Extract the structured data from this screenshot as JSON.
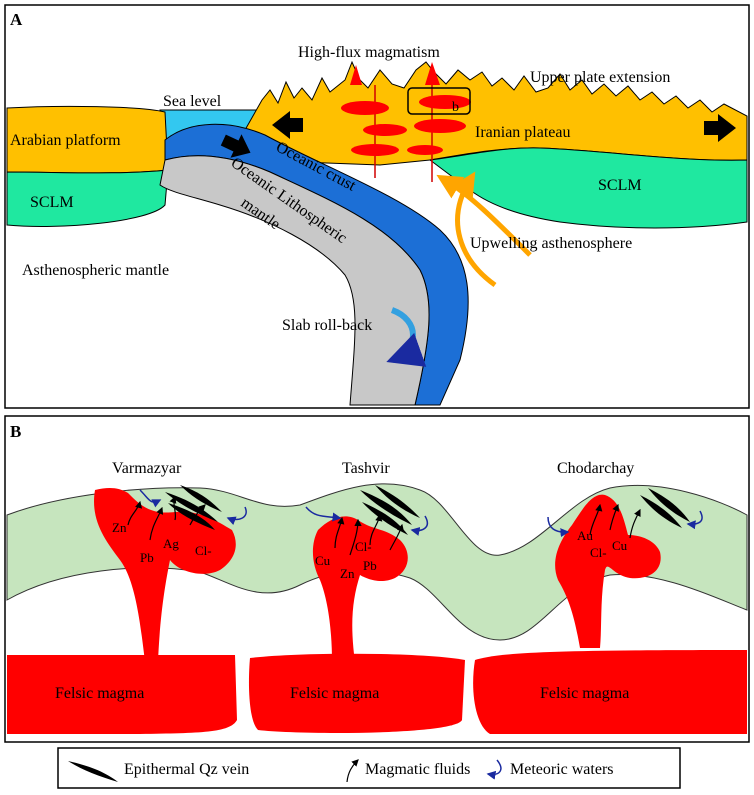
{
  "panel_a": {
    "letter": "A",
    "labels": {
      "high_flux": "High-flux magmatism",
      "upper_plate": "Upper plate extension",
      "sea_level": "Sea level",
      "arabian_platform": "Arabian platform",
      "iranian_plateau": "Iranian plateau",
      "box_b": "b",
      "sclm_left": "SCLM",
      "sclm_right": "SCLM",
      "oceanic_crust": "Oceanic crust",
      "oceanic_litho_1": "Oceanic Lithospheric",
      "oceanic_litho_2": "mantle",
      "asthenospheric_mantle": "Asthenospheric mantle",
      "upwelling": "Upwelling asthenosphere",
      "slab_rollback": "Slab roll-back"
    }
  },
  "panel_b": {
    "letter": "B",
    "deposits": [
      {
        "name": "Varmazyar",
        "elements": [
          "Zn",
          "Pb",
          "Ag",
          "Cl-"
        ]
      },
      {
        "name": "Tashvir",
        "elements": [
          "Cu",
          "Zn",
          "Pb",
          "Cl-"
        ]
      },
      {
        "name": "Chodarchay",
        "elements": [
          "Au",
          "Cl-",
          "Cu"
        ]
      }
    ],
    "magma": [
      "Felsic magma",
      "Felsic magma",
      "Felsic magma"
    ]
  },
  "legend": {
    "vein": "Epithermal Qz vein",
    "magmatic": "Magmatic fluids",
    "meteoric": "Meteoric waters"
  },
  "colors": {
    "platform": "#FFC000",
    "sclm": "#1FE8A0",
    "sea": "#33C8F0",
    "oceanic_crust": "#1C6FD6",
    "litho_mantle": "#C8C8C8",
    "magma": "#FF0000",
    "host_rock": "#C6E5BE",
    "upwelling_arrow": "#FFA500",
    "meteoric_arrow": "#1A2AA0"
  }
}
